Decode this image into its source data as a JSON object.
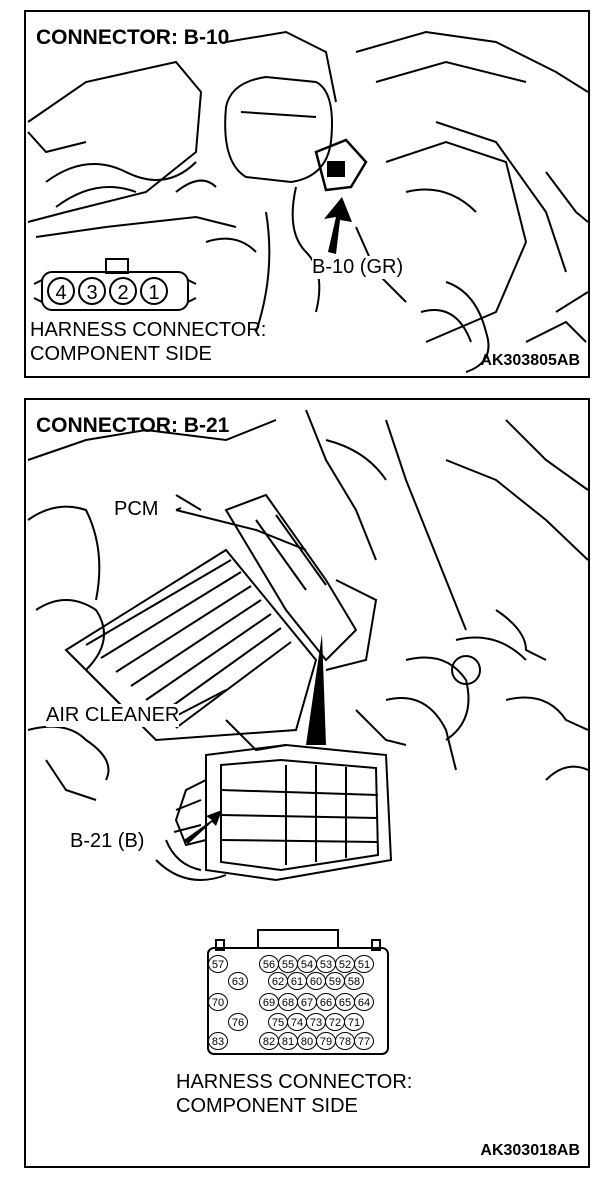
{
  "panel1": {
    "title": "CONNECTOR: B-10",
    "connector_callout": "B-10 (GR)",
    "pins": [
      "4",
      "3",
      "2",
      "1"
    ],
    "caption_line1": "HARNESS CONNECTOR:",
    "caption_line2": "COMPONENT SIDE",
    "code": "AK303805AB"
  },
  "panel2": {
    "title": "CONNECTOR: B-21",
    "pcm_label": "PCM",
    "air_cleaner_label": "AIR CLEANER",
    "connector_callout": "B-21 (B)",
    "pins": {
      "p57": "57",
      "p56": "56",
      "p55": "55",
      "p54": "54",
      "p53": "53",
      "p52": "52",
      "p51": "51",
      "p63": "63",
      "p62": "62",
      "p61": "61",
      "p60": "60",
      "p59": "59",
      "p58": "58",
      "p70": "70",
      "p69": "69",
      "p68": "68",
      "p67": "67",
      "p66": "66",
      "p65": "65",
      "p64": "64",
      "p76": "76",
      "p75": "75",
      "p74": "74",
      "p73": "73",
      "p72": "72",
      "p71": "71",
      "p83": "83",
      "p82": "82",
      "p81": "81",
      "p80": "80",
      "p79": "79",
      "p78": "78",
      "p77": "77"
    },
    "caption_line1": "HARNESS CONNECTOR:",
    "caption_line2": "COMPONENT SIDE",
    "code": "AK303018AB"
  }
}
